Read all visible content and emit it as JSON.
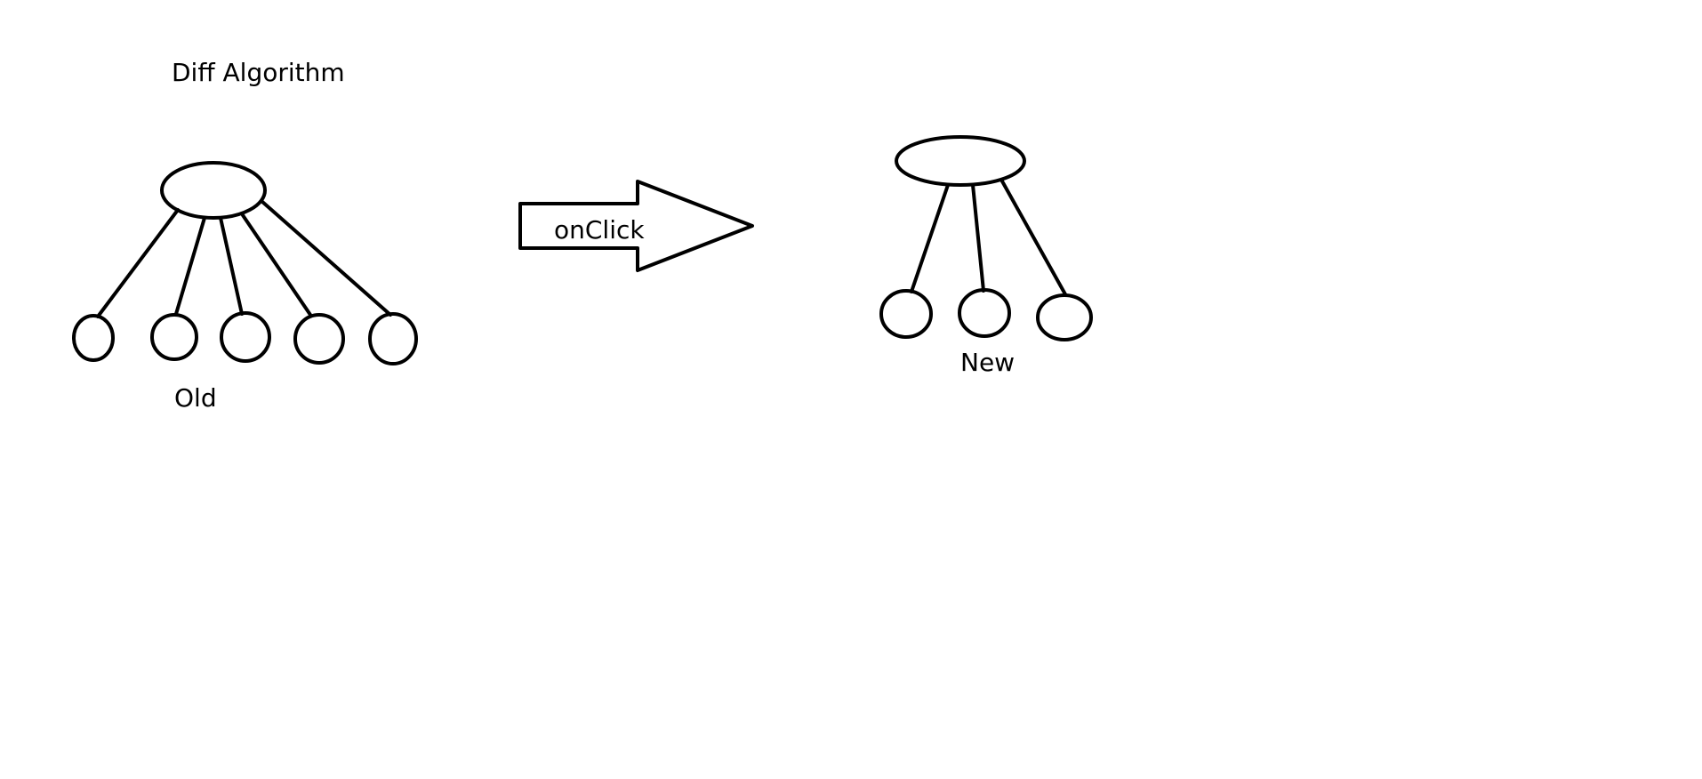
{
  "diagram": {
    "title": "Diff Algorithm",
    "old_tree": {
      "label": "Old",
      "child_count": 5
    },
    "transition": {
      "label": "onClick"
    },
    "new_tree": {
      "label": "New",
      "child_count": 3
    },
    "stroke_color": "#000000",
    "background_color": "#ffffff"
  }
}
